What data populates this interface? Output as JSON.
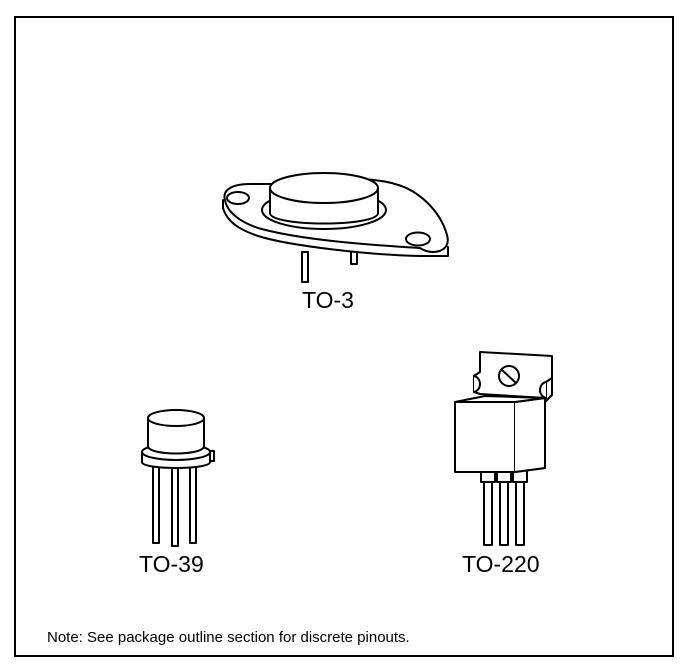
{
  "packages": [
    {
      "name": "TO-3"
    },
    {
      "name": "TO-39"
    },
    {
      "name": "TO-220"
    }
  ],
  "note": "Note:  See package outline section for discrete pinouts."
}
